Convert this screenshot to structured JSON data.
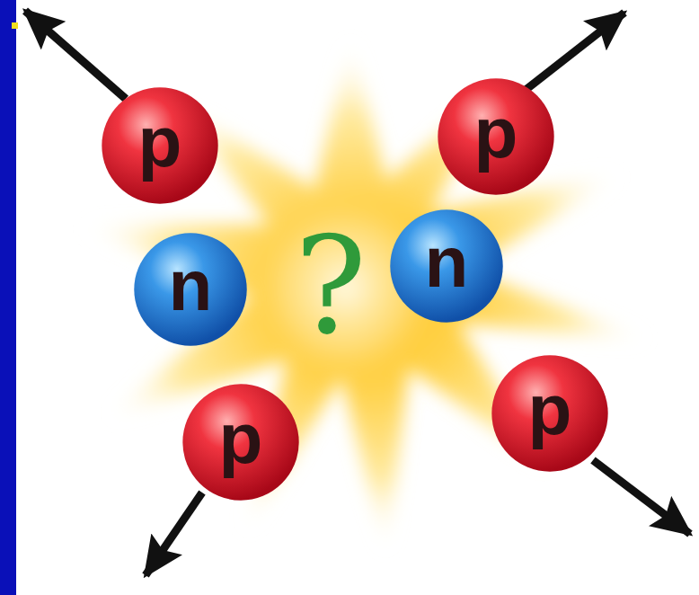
{
  "diagram": {
    "nodes": [
      {
        "text": [
          "p"
        ]
      },
      {
        "text": [
          "p"
        ]
      },
      {
        "text": [
          "n"
        ]
      },
      {
        "text": [
          "n"
        ]
      },
      {
        "text": [
          "p"
        ]
      },
      {
        "text": [
          "p"
        ]
      }
    ],
    "labels": [
      "?"
    ]
  }
}
